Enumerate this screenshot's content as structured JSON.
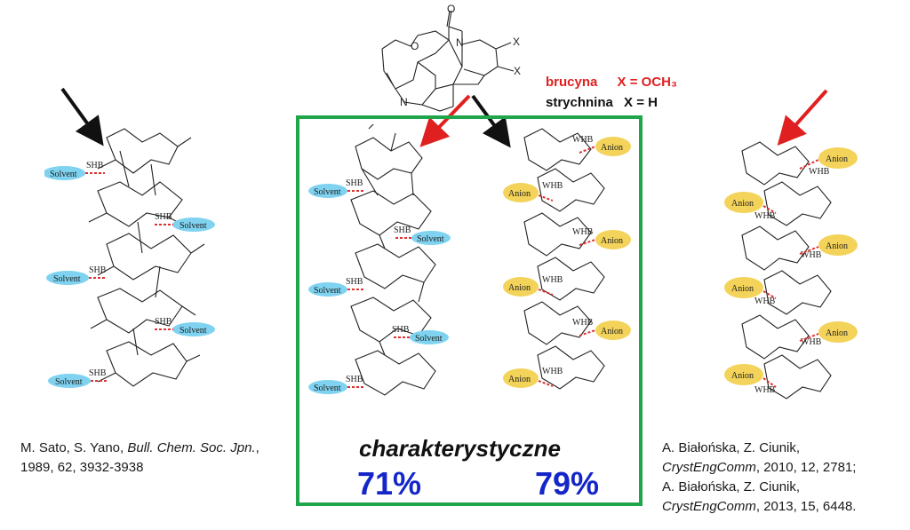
{
  "structure": {
    "atom_o": "O",
    "atom_ketone_o": "O",
    "atom_n_top": "N",
    "atom_n_bottom": "N",
    "atom_x1": "X",
    "atom_x2": "X"
  },
  "legend": {
    "brucyna_name": "brucyna",
    "brucyna_value": "X = OCH₃",
    "strychnina_name": "strychnina",
    "strychnina_value": "X = H"
  },
  "labels": {
    "solvent": "Solvent",
    "anion": "Anion",
    "shb": "SHB",
    "whb": "WHB"
  },
  "summary": {
    "title": "charakterystyczne",
    "left_percent": "71%",
    "right_percent": "79%"
  },
  "references": {
    "left_authors": "M. Sato, S. Yano, ",
    "left_journal": "Bull. Chem. Soc. Jpn.",
    "left_tail": ",",
    "left_line2": "1989, 62, 3932-3938",
    "right_line1": "A. Białońska, Z. Ciunik,",
    "right_journal1": "CrystEngComm",
    "right_tail1": ", 2010, 12, 2781;",
    "right_line3": "A. Białońska, Z. Ciunik,",
    "right_journal2": "CrystEngComm",
    "right_tail2": ", 2013, 15, 6448."
  },
  "colors": {
    "green_box": "#1fa64a",
    "red_text": "#e02020",
    "blue_percent": "#1426c8",
    "solvent_pill": "#7fd3f0",
    "anion_pill": "#f3d35a",
    "red_arrow": "#e02020",
    "black_arrow": "#111111"
  }
}
